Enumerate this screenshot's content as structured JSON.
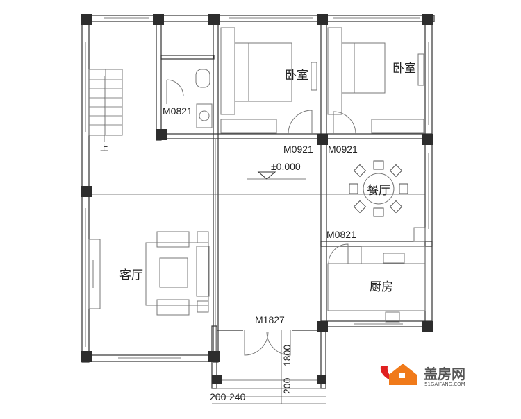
{
  "rooms": {
    "bedroom_1": "卧室",
    "bedroom_2": "卧室",
    "dining": "餐厅",
    "living": "客厅",
    "kitchen": "厨房",
    "stair_up": "上"
  },
  "doors": {
    "bath_door": "M0821",
    "bedroom1_door": "M0921",
    "bedroom2_door": "M0921",
    "kitchen_door": "M0821",
    "entry_door": "M1827"
  },
  "elevation": "±0.000",
  "dimensions": {
    "porch_depth": "1800",
    "step": "200",
    "bottom_left": "200",
    "bottom_right": "240"
  },
  "logo": {
    "name": "盖房网",
    "site": "51GAIFANG.COM",
    "color": "#f07a1a",
    "swoosh": "#e02020"
  }
}
